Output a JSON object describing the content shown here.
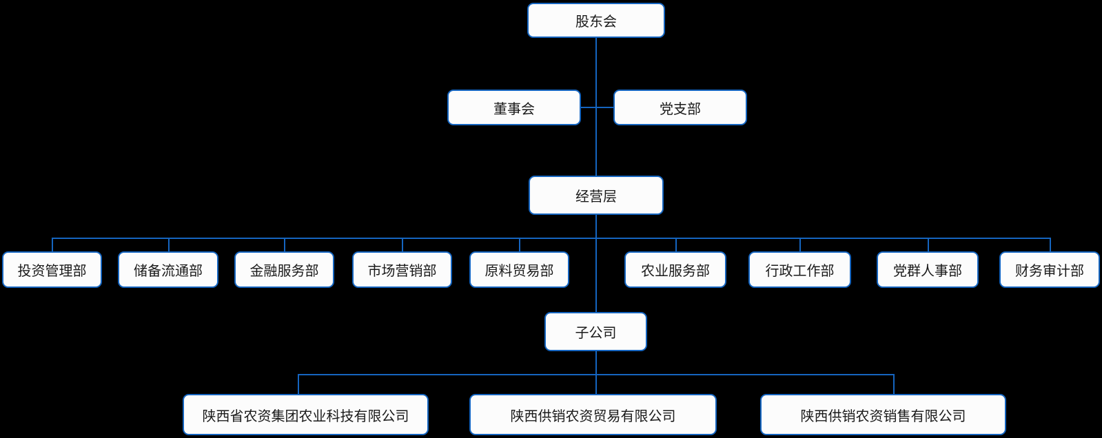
{
  "colors": {
    "background": "#000000",
    "line": "#1565c0",
    "node_fill": "#fcfcfc",
    "node_text": "#1a1a1a"
  },
  "org": {
    "shareholders": "股东会",
    "board": "董事会",
    "party_branch": "党支部",
    "management": "经营层",
    "departments": [
      "投资管理部",
      "储备流通部",
      "金融服务部",
      "市场营销部",
      "原料贸易部",
      "农业服务部",
      "行政工作部",
      "党群人事部",
      "财务审计部"
    ],
    "subsidiaries_label": "子公司",
    "companies": [
      "陕西省农资集团农业科技有限公司",
      "陕西供销农资贸易有限公司",
      "陕西供销农资销售有限公司"
    ]
  }
}
